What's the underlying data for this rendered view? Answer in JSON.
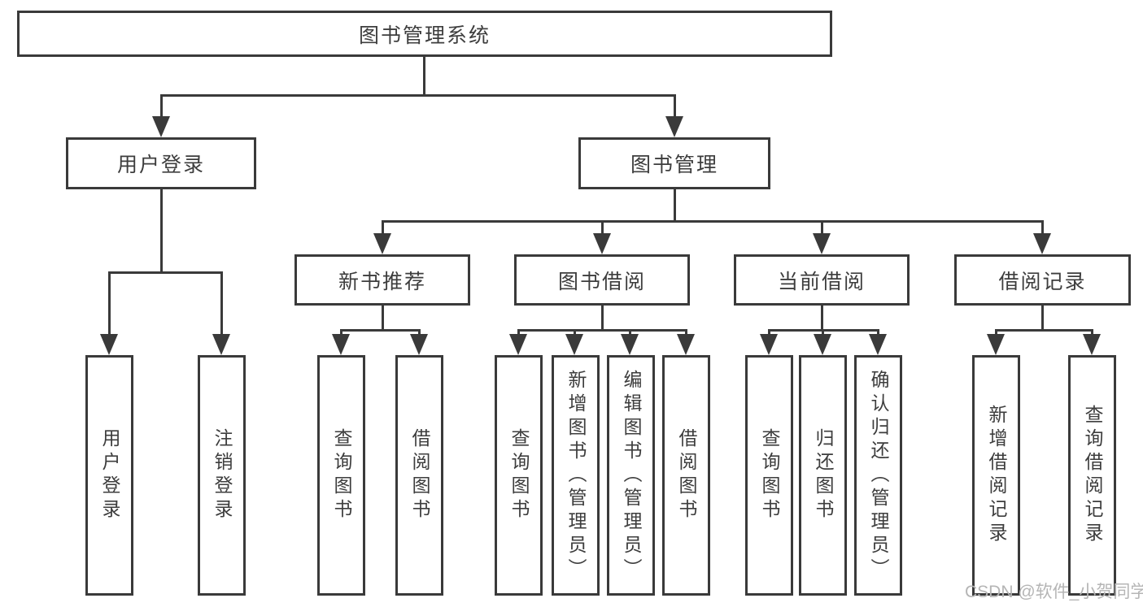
{
  "diagram": {
    "type": "tree",
    "title": "图书管理系统",
    "nodes": {
      "root": "图书管理系统",
      "user_login": "用户登录",
      "book_mgmt": "图书管理",
      "new_books": "新书推荐",
      "book_borrow": "图书借阅",
      "current_borrow": "当前借阅",
      "borrow_records": "借阅记录",
      "user_login_children": [
        "用户登录",
        "注销登录"
      ],
      "new_books_children": [
        "查询图书",
        "借阅图书"
      ],
      "book_borrow_children": [
        "查询图书",
        "新增图书（管理员）",
        "编辑图书（管理员）",
        "借阅图书"
      ],
      "current_borrow_children": [
        "查询图书",
        "归还图书",
        "确认归还（管理员）"
      ],
      "borrow_records_children": [
        "新增借阅记录",
        "查询借阅记录"
      ]
    },
    "edges": [
      [
        "图书管理系统",
        "用户登录"
      ],
      [
        "图书管理系统",
        "图书管理"
      ],
      [
        "用户登录",
        "用户登录"
      ],
      [
        "用户登录",
        "注销登录"
      ],
      [
        "图书管理",
        "新书推荐"
      ],
      [
        "图书管理",
        "图书借阅"
      ],
      [
        "图书管理",
        "当前借阅"
      ],
      [
        "图书管理",
        "借阅记录"
      ],
      [
        "新书推荐",
        "查询图书"
      ],
      [
        "新书推荐",
        "借阅图书"
      ],
      [
        "图书借阅",
        "查询图书"
      ],
      [
        "图书借阅",
        "新增图书（管理员）"
      ],
      [
        "图书借阅",
        "编辑图书（管理员）"
      ],
      [
        "图书借阅",
        "借阅图书"
      ],
      [
        "当前借阅",
        "查询图书"
      ],
      [
        "当前借阅",
        "归还图书"
      ],
      [
        "当前借阅",
        "确认归还（管理员）"
      ],
      [
        "借阅记录",
        "新增借阅记录"
      ],
      [
        "借阅记录",
        "查询借阅记录"
      ]
    ],
    "colors": {
      "line": "#3a3a3a",
      "text": "#3d3d3d",
      "background": "#ffffff",
      "watermark": "#b5b5b5"
    }
  },
  "watermark": "CSDN @软件_小贺同学"
}
